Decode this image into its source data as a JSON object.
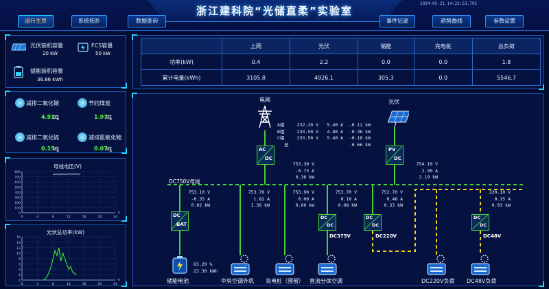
{
  "header": {
    "title": "浙江建科院“光储直柔”实验室",
    "timestamp": "2024-05-21  14:23:53.795",
    "nav_left": [
      "运行主页",
      "系统拓扑",
      "数据查询"
    ],
    "nav_right": [
      "事件记录",
      "趋势曲线",
      "参数设置"
    ]
  },
  "capacity": {
    "pv_label": "光伏装机容量",
    "pv_value": "20 kW",
    "fcs_label": "FCS容量",
    "fcs_value": "50 kW",
    "storage_label": "储能装机容量",
    "storage_value": "36.86 kWh"
  },
  "emissions": {
    "co2_label": "减排二氧化碳",
    "co2_value": "4.91",
    "co2_unit": "吨",
    "coal_label": "节约煤炭",
    "coal_value": "1.97",
    "coal_unit": "吨",
    "so2_label": "减排二氧化硫",
    "so2_value": "0.15",
    "so2_unit": "吨",
    "nox_label": "减排氮氧化物",
    "nox_value": "0.07",
    "nox_unit": "吨"
  },
  "chart_data": [
    {
      "type": "line",
      "title": "母线电压(V)",
      "x_ticks": [
        "0",
        "4",
        "8",
        "12",
        "16",
        "20",
        "24"
      ],
      "y_ticks": [
        "0",
        "100",
        "200",
        "300",
        "400",
        "500",
        "600",
        "700",
        "800"
      ],
      "xlabel": "h",
      "ylim": [
        0,
        800
      ],
      "series": [
        {
          "x": [
            8,
            9,
            10,
            11,
            12,
            13,
            14,
            15
          ],
          "y": [
            745,
            750,
            752,
            748,
            755,
            751,
            753,
            750
          ]
        }
      ]
    },
    {
      "type": "line",
      "title": "光伏总功率(kW)",
      "x_ticks": [
        "0",
        "4",
        "8",
        "12",
        "16",
        "20",
        "24"
      ],
      "y_ticks": [
        "0",
        "2",
        "4",
        "6",
        "8",
        "10",
        "12",
        "14",
        "16"
      ],
      "xlabel": "h",
      "ylim": [
        0,
        16
      ],
      "series": [
        {
          "x": [
            5.5,
            6,
            6.5,
            7,
            7.5,
            8,
            8.5,
            9,
            9.5,
            10,
            10.5,
            11,
            11.5,
            12,
            12.5,
            13,
            13.5,
            14
          ],
          "y": [
            0,
            0.5,
            1.5,
            3,
            5,
            8,
            11,
            9,
            12,
            7,
            10,
            8,
            6,
            4,
            5,
            3,
            2.5,
            2
          ]
        }
      ]
    }
  ],
  "table": {
    "headers": [
      "",
      "上网",
      "光伏",
      "储能",
      "充电桩",
      "总负荷"
    ],
    "rows": [
      [
        "功率(kW)",
        "0.4",
        "2.2",
        "0.0",
        "0.0",
        "1.8"
      ],
      [
        "累计电量(kWh)",
        "3105.8",
        "4926.1",
        "305.3",
        "0.0",
        "5546.7"
      ]
    ]
  },
  "diagram": {
    "grid_label": "电网",
    "pv_label": "光伏",
    "bus_label": "DC750V母线",
    "acdc": {
      "top": "AC",
      "bottom": "DC"
    },
    "pvdc": {
      "top": "PV",
      "bottom": "DC"
    },
    "dcbat": {
      "top": "DC",
      "bottom": "BAT"
    },
    "dcdc": {
      "top": "DC",
      "bottom": "DC"
    },
    "grid_phases": [
      "A相",
      "B相",
      "C相",
      "总"
    ],
    "grid_voltages": [
      "232.20 V",
      "233.50 V",
      "233.50 V",
      ""
    ],
    "grid_currents": [
      "5.40 A",
      "4.80 A",
      "5.40 A",
      ""
    ],
    "grid_powers": [
      "-0.12 kW",
      "-0.36 kW",
      "-0.18 kW",
      "-0.66 kW"
    ],
    "acdc_meas": [
      "753.30 V",
      "-0.73 A",
      "0.36 kW"
    ],
    "pv_meas": [
      "754.10 V",
      "2.90 A",
      "2.19 kW"
    ],
    "branch_meas": [
      [
        "753.10 V",
        "-0.35 A",
        "0.02 kW"
      ],
      [
        "753.70 V",
        "1.82 A",
        "1.36 kW"
      ],
      [
        "753.90 V",
        "0.00 A",
        "0.00 kW"
      ],
      [
        "753.70 V",
        "0.18 A",
        "0.08 kW"
      ],
      [
        "752.70 V",
        "0.48 A",
        "0.33 kW"
      ],
      [
        "220.10 V",
        "0.15 A",
        "0.03 kW"
      ]
    ],
    "dc375_label": "DC375V",
    "dc220_label": "DC220V",
    "dc48_label": "DC48V",
    "soc": "63.20 %",
    "battery_volt": "23.30 kWh",
    "loads": [
      "储能电池",
      "中央空调外机",
      "充电桩（预留）",
      "直流分体空调",
      "DC220V负荷",
      "DC48V负荷"
    ]
  },
  "colors": {
    "bus": "#46d23a",
    "dashed": "#f2d21c",
    "accent": "#2bd5ff",
    "background": "#030b2e"
  }
}
